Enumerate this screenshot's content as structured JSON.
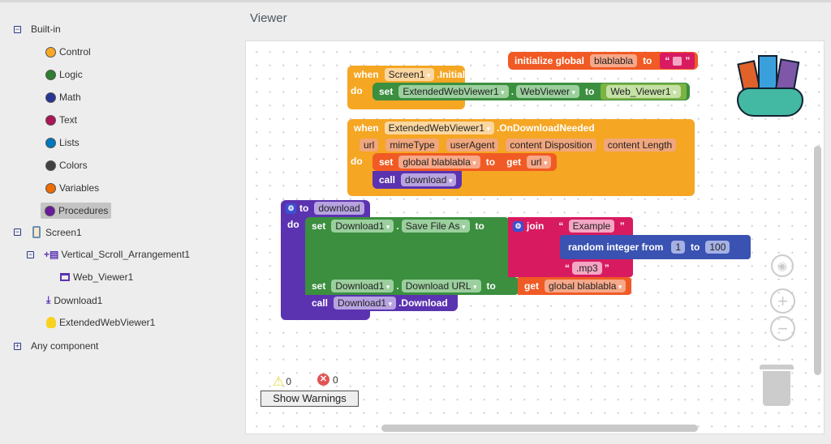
{
  "sidebar": {
    "builtin_label": "Built-in",
    "builtin_items": [
      {
        "label": "Control",
        "color": "#f9a825"
      },
      {
        "label": "Logic",
        "color": "#2e7d32"
      },
      {
        "label": "Math",
        "color": "#283593"
      },
      {
        "label": "Text",
        "color": "#ad1457"
      },
      {
        "label": "Lists",
        "color": "#0277bd"
      },
      {
        "label": "Colors",
        "color": "#424242"
      },
      {
        "label": "Variables",
        "color": "#ef6c00"
      },
      {
        "label": "Procedures",
        "color": "#6a1b9a"
      }
    ],
    "screen_label": "Screen1",
    "components": [
      "Vertical_Scroll_Arrangement1",
      "Web_Viewer1",
      "Download1",
      "ExtendedWebViewer1"
    ],
    "any_component_label": "Any component"
  },
  "viewer": {
    "title": "Viewer"
  },
  "blocks": {
    "init_global": {
      "kw": "initialize global",
      "name": "blablabla",
      "to": "to",
      "text_open": "“",
      "text_close": "”"
    },
    "screen_init": {
      "when": "when",
      "component": "Screen1",
      ".event": ".Initialize",
      "do": "do",
      "set": "set",
      "target": "ExtendedWebViewer1",
      "dot": ".",
      "prop": "WebViewer",
      "to": "to",
      "value": "Web_Viewer1"
    },
    "download_needed": {
      "when": "when",
      "component": "ExtendedWebViewer1",
      "event": ".OnDownloadNeeded",
      "params": [
        "url",
        "mimeType",
        "userAgent",
        "content Disposition",
        "content Length"
      ],
      "do": "do",
      "set": "set",
      "var": "global blablabla",
      "to": "to",
      "get": "get",
      "get_var": "url",
      "call": "call",
      "proc": "download"
    },
    "proc_download": {
      "to": "to",
      "name": "download",
      "do": "do",
      "set": "set",
      "comp1": "Download1",
      "dot": ".",
      "prop1": "Save File As",
      "to_kw": "to",
      "join": "join",
      "text1": "Example",
      "random": "random integer from",
      "from": "1",
      "to2": "to",
      "max": "100",
      "text2": ".mp3",
      "prop2": "Download URL",
      "get": "get",
      "get_var": "global blablabla",
      "call": "call",
      "method": ".Download"
    }
  },
  "warnings": {
    "warning_count": "0",
    "error_count": "0",
    "button_label": "Show Warnings"
  }
}
